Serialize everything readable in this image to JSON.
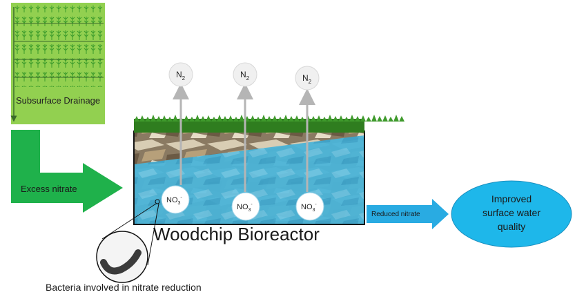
{
  "field": {
    "label": "Subsurface Drainage"
  },
  "flow_in": {
    "label": "Excess nitrate"
  },
  "bioreactor": {
    "title": "Woodchip Bioreactor"
  },
  "gas": {
    "main": "N",
    "sub": "2"
  },
  "nitrate": {
    "main": "NO",
    "sub": "3",
    "sup": "-"
  },
  "flow_out": {
    "label": "Reduced nitrate"
  },
  "outcome": {
    "line1": "Improved",
    "line2": "surface water",
    "line3": "quality"
  },
  "bacteria": {
    "caption": "Bacteria involved in nitrate reduction"
  },
  "colors": {
    "field_green": "#92d050",
    "arrow_green": "#1fb14b",
    "water_blue": "#4bb4d8",
    "outcome_blue": "#1eb7ea",
    "reduced_arrow_blue": "#29abe2",
    "grass_green": "#2f7d1f"
  }
}
